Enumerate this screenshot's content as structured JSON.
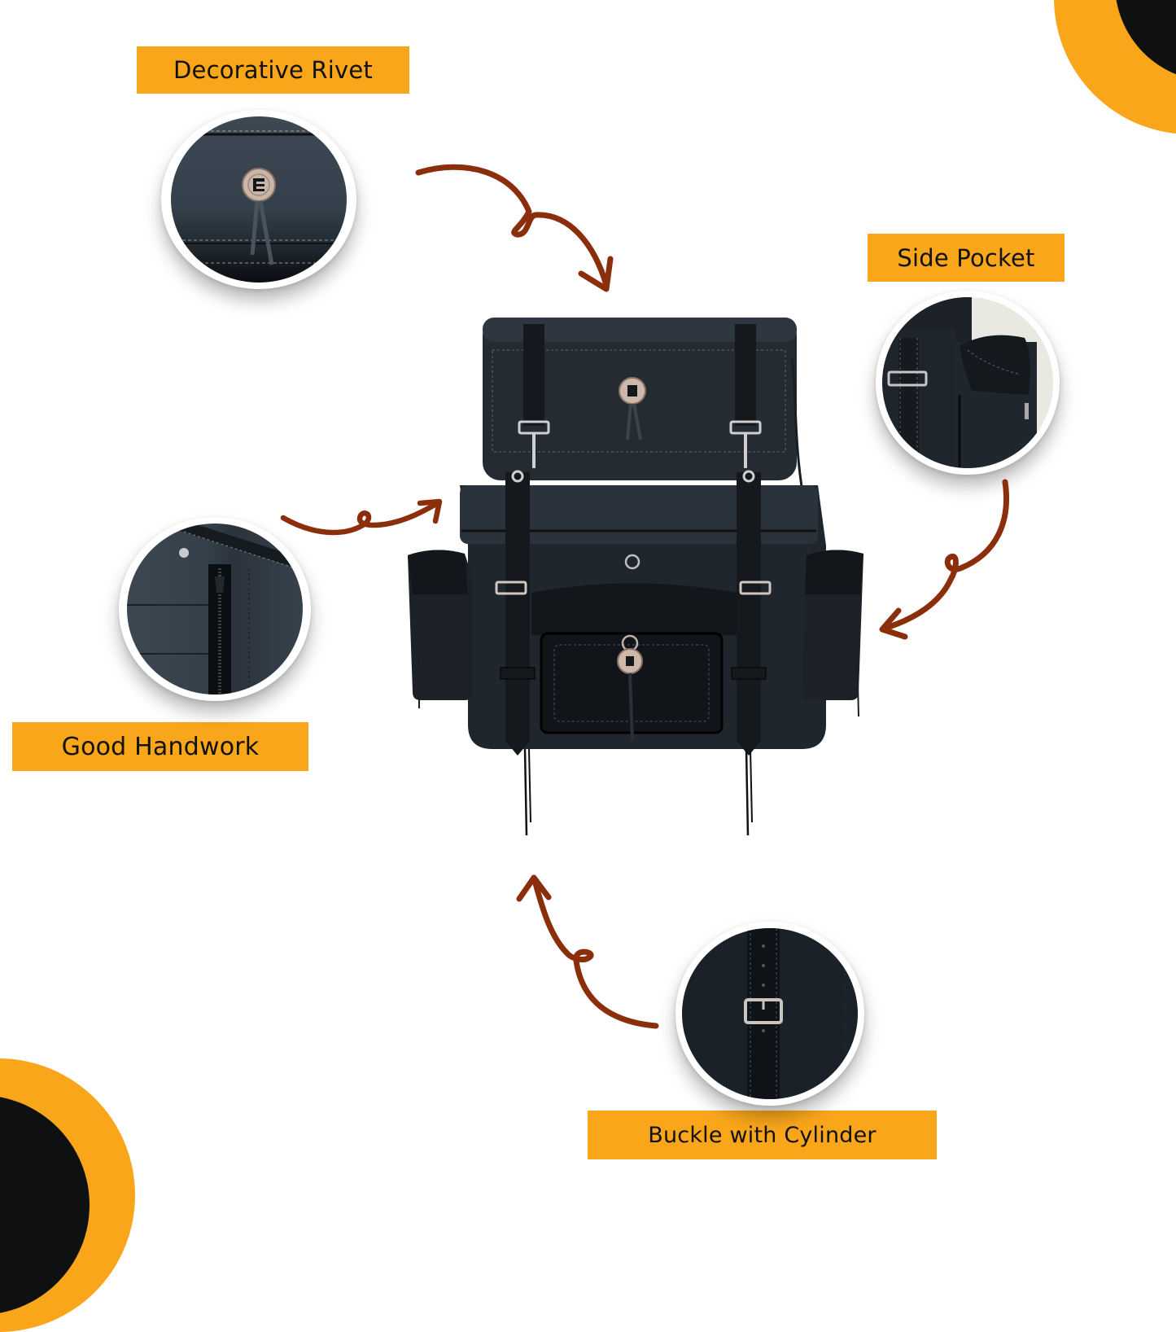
{
  "colors": {
    "accent_orange": "#F9A61B",
    "corner_black": "#0E1011",
    "arrow_brown": "#8B2E0B",
    "leather_dark": "#1C2229",
    "leather_mid": "#3A4550",
    "metal_silver": "#C9C2BA",
    "background": "#FFFFFF"
  },
  "product": {
    "name": "Black leather motorcycle sissy bar bag",
    "image_icon": "leather-bag-image"
  },
  "features": [
    {
      "label": "Decorative Rivet",
      "detail_icon": "concho-rivet-closeup",
      "arrow_direction": "down-right"
    },
    {
      "label": "Side Pocket",
      "detail_icon": "side-pocket-closeup",
      "arrow_direction": "down-left"
    },
    {
      "label": "Good Handwork",
      "detail_icon": "zipper-stitching-closeup",
      "arrow_direction": "right"
    },
    {
      "label": "Buckle with Cylinder",
      "detail_icon": "buckle-strap-closeup",
      "arrow_direction": "up-left"
    }
  ]
}
